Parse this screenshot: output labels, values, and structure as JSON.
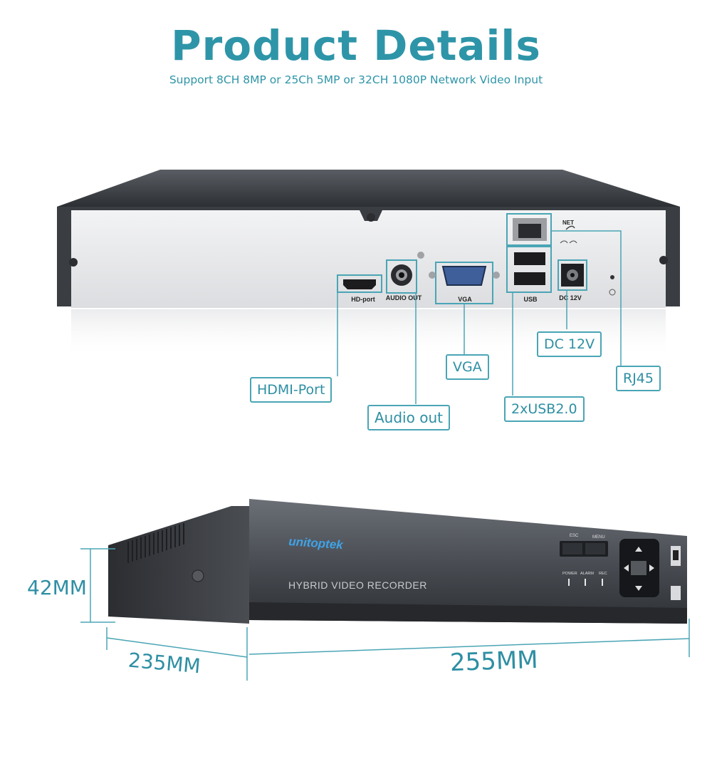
{
  "header": {
    "title": "Product  Details",
    "subtitle": "Support 8CH 8MP or 25Ch 5MP or 32CH 1080P Network Video Input"
  },
  "rear_panel": {
    "port_labels": {
      "hd_port": "HD-port",
      "audio_out": "AUDIO OUT",
      "vga": "VGA",
      "usb": "USB",
      "dc": "DC 12V",
      "net": "NET"
    }
  },
  "callouts": {
    "hdmi": "HDMI-Port",
    "audio": "Audio out",
    "vga": "VGA",
    "usb": "2xUSB2.0",
    "dc": "DC 12V",
    "rj45": "RJ45"
  },
  "front_panel": {
    "brand": "unitoptek",
    "model_text": "HYBRID VIDEO RECORDER",
    "buttons": {
      "esc": "ESC",
      "menu": "MENU"
    },
    "leds": {
      "power": "POWER",
      "alarm": "ALARM",
      "rec": "REC"
    }
  },
  "dimensions": {
    "height": "42MM",
    "depth": "235MM",
    "width": "255MM"
  },
  "colors": {
    "accent": "#2e95a8",
    "callout_border": "#4aa5b5",
    "chassis_dark": "#3a3d42",
    "panel_light": "#e7e8ea"
  }
}
